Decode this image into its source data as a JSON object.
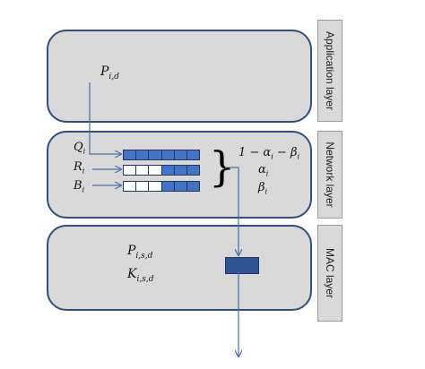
{
  "layers": {
    "application": {
      "label": "Application layer"
    },
    "network": {
      "label": "Network layer"
    },
    "mac": {
      "label": "MAC layer"
    }
  },
  "application_box": {
    "packet_label": "P",
    "packet_sub": "i,d"
  },
  "network_box": {
    "queues": [
      {
        "symbol": "Q",
        "sub": "i",
        "cells_filled": [
          1,
          1,
          1,
          1,
          1,
          1
        ]
      },
      {
        "symbol": "R",
        "sub": "i",
        "cells_filled": [
          0,
          0,
          0,
          1,
          1,
          1
        ]
      },
      {
        "symbol": "B",
        "sub": "i",
        "cells_filled": [
          0,
          0,
          0,
          1,
          1,
          1
        ]
      }
    ],
    "probabilities": [
      {
        "text": "1 − α",
        "sub": "i",
        "text2": " − β",
        "sub2": "i"
      },
      {
        "text": "α",
        "sub": "i"
      },
      {
        "text": "β",
        "sub": "i"
      }
    ]
  },
  "mac_box": {
    "p_symbol": "P",
    "p_sub": "i,s,d",
    "k_symbol": "K",
    "k_sub": "i,s,d"
  },
  "colors": {
    "box_fill": "#d9d9d9",
    "box_border": "#2f4f7f",
    "queue_fill": "#4472c4",
    "mac_block": "#2f5597",
    "arrow": "#4a6fa5"
  }
}
